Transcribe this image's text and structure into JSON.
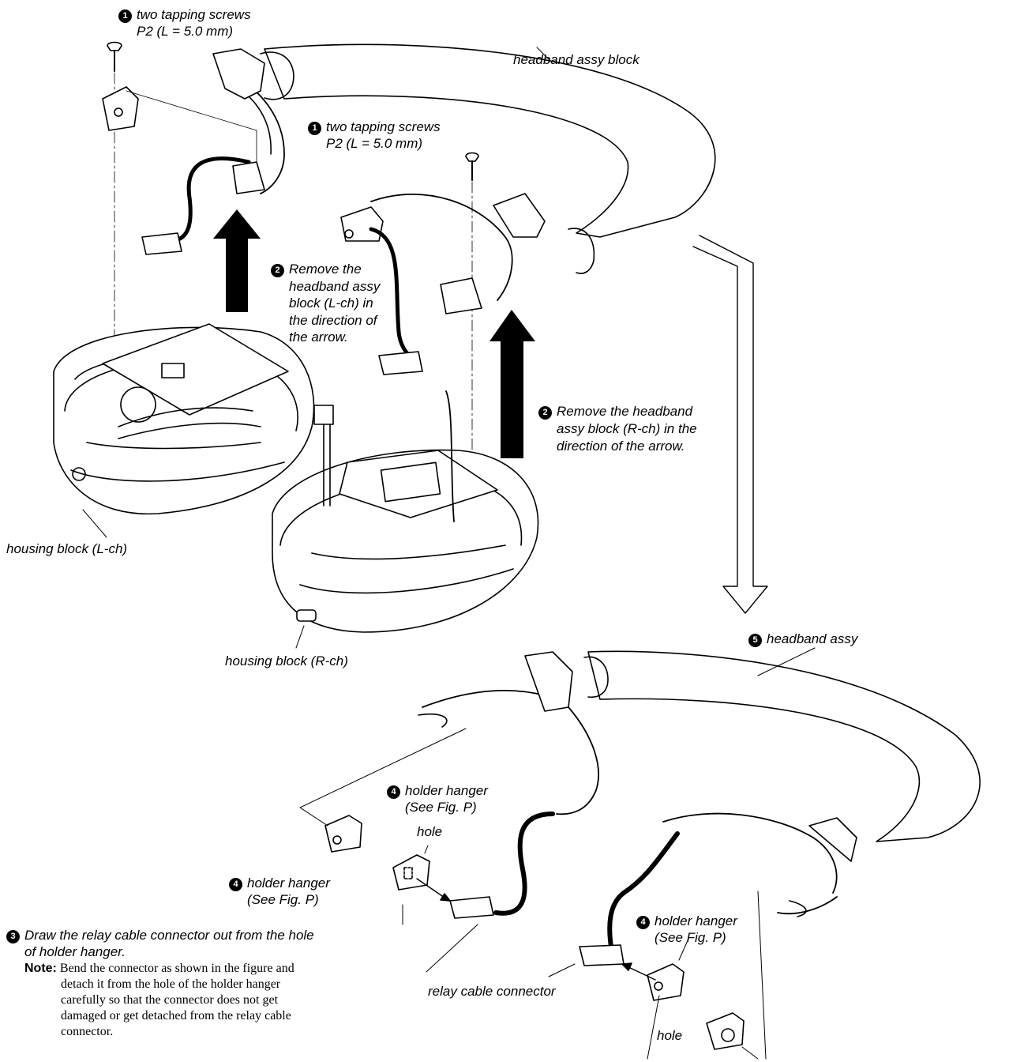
{
  "labels": {
    "screws_left_line1": "two tapping screws",
    "screws_left_line2": "P2 (L = 5.0 mm)",
    "screws_right_line1": "two tapping screws",
    "screws_right_line2": "P2 (L = 5.0 mm)",
    "headband_assy_block": "headband assy block",
    "remove_lch": [
      "Remove the",
      "headband assy",
      "block (L-ch) in",
      "the direction of",
      "the arrow."
    ],
    "remove_rch": [
      "Remove the headband",
      "assy block (R-ch) in the",
      "direction of the arrow."
    ],
    "housing_lch": "housing block (L-ch)",
    "housing_rch": "housing block (R-ch)",
    "headband_assy": "headband assy",
    "holder_hanger_top_line1": "holder hanger",
    "holder_hanger_top_line2": "(See Fig. P)",
    "hole_top": "hole",
    "holder_hanger_left_line1": "holder hanger",
    "holder_hanger_left_line2": "(See Fig. P)",
    "holder_hanger_right_line1": "holder hanger",
    "holder_hanger_right_line2": "(See Fig. P)",
    "hole_bottom": "hole",
    "relay_cable_connector": "relay cable connector",
    "step3_line1": "Draw the relay cable connector out from the hole",
    "step3_line2": "of holder hanger.",
    "note_key": "Note:",
    "note_lines": [
      "Bend the connector as shown in the figure and",
      "detach it from the hole of the holder hanger",
      "carefully so that the connector does not get",
      "damaged or get detached from the relay cable",
      "connector."
    ]
  },
  "steps": {
    "s1": "1",
    "s2": "2",
    "s3": "3",
    "s4": "4",
    "s5": "5"
  }
}
